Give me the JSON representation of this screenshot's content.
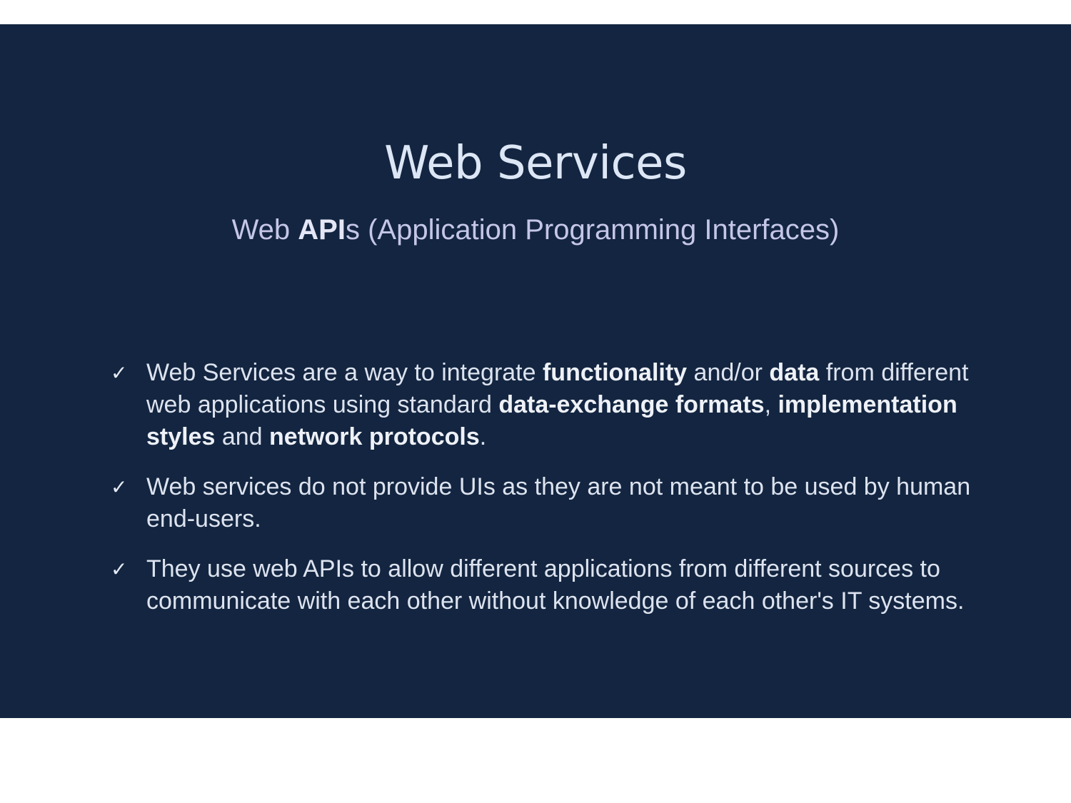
{
  "slide": {
    "title": "Web Services",
    "subtitle": {
      "pre": "Web ",
      "bold": "API",
      "post": "s (Application Programming Interfaces)"
    },
    "check_glyph": "✓",
    "bullet1": {
      "t1": "Web Services are a way to integrate ",
      "b1": "functionality",
      "t2": " and/or ",
      "b2": "data",
      "t3": " from different web applications using standard ",
      "b3": "data-exchange formats",
      "t4": ", ",
      "b4": "implementation styles",
      "t5": " and ",
      "b5": "network protocols",
      "t6": "."
    },
    "bullet2": {
      "t1": "Web services do not provide UIs as they are not meant to be used by human end-users."
    },
    "bullet3": {
      "t1": "They use web APIs to allow different applications from different sources to communicate with each other without knowledge of each other's IT systems."
    }
  },
  "colors": {
    "slide_background": "#132540",
    "title": "#dce6f5",
    "subtitle": "#c5c6e8",
    "body_text": "#dde3ef"
  },
  "icons": {
    "bullet": "checkmark-icon"
  }
}
